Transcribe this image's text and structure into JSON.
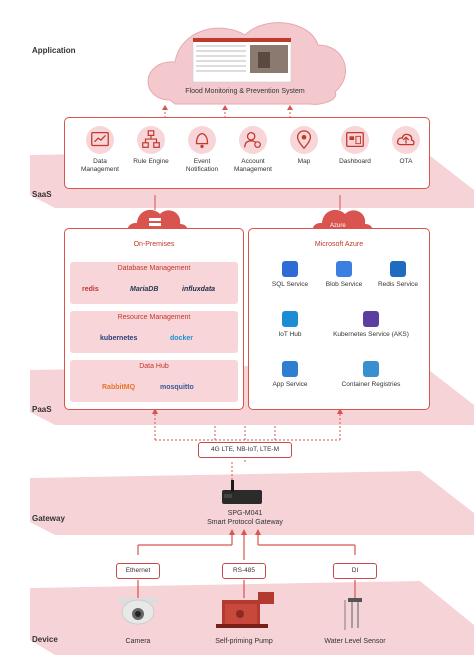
{
  "layers": {
    "application": "Application",
    "saas": "SaaS",
    "paas": "PaaS",
    "gateway": "Gateway",
    "device": "Device"
  },
  "app": {
    "title": "Flood Monitoring & Prevention System"
  },
  "saas_modules": [
    {
      "label": "Data\nManagement",
      "icon": "chart-icon"
    },
    {
      "label": "Rule Engine",
      "icon": "flowchart-icon"
    },
    {
      "label": "Event\nNotification",
      "icon": "bell-icon"
    },
    {
      "label": "Account\nManagement",
      "icon": "user-gear-icon"
    },
    {
      "label": "Map",
      "icon": "map-pin-icon"
    },
    {
      "label": "Dashboard",
      "icon": "dashboard-icon"
    },
    {
      "label": "OTA",
      "icon": "cloud-upload-icon"
    }
  ],
  "onprem": {
    "title": "On-Premises",
    "db_title": "Database Management",
    "db_logos": [
      "redis",
      "MariaDB",
      "influxdata"
    ],
    "res_title": "Resource Management",
    "res_logos": [
      "kubernetes",
      "docker"
    ],
    "hub_title": "Data Hub",
    "hub_logos": [
      "RabbitMQ",
      "mosquitto"
    ]
  },
  "azure": {
    "badge": "Azure",
    "title": "Microsoft Azure",
    "services": [
      {
        "label": "SQL Service",
        "icon": "sql-icon"
      },
      {
        "label": "Blob Service",
        "icon": "blob-icon"
      },
      {
        "label": "Redis Service",
        "icon": "redis-cubes-icon"
      },
      {
        "label": "IoT Hub",
        "icon": "iot-hub-icon"
      },
      {
        "label": "Kubernetes Service (AKS)",
        "icon": "aks-icon"
      },
      {
        "label": "App Service",
        "icon": "app-service-icon"
      },
      {
        "label": "Container Registries",
        "icon": "container-registry-icon"
      }
    ]
  },
  "network": {
    "label": "4G LTE, NB-IoT, LTE-M"
  },
  "gateway": {
    "model": "SPG-M041",
    "name": "Smart Protocol Gateway"
  },
  "interfaces": [
    "Ethernet",
    "RS-485",
    "DI"
  ],
  "devices": [
    "Camera",
    "Self-priming Pump",
    "Water Level Sensor"
  ],
  "colors": {
    "accent": "#d9534f",
    "band": "#f6d3d7",
    "sub": "#f8d5d8"
  }
}
